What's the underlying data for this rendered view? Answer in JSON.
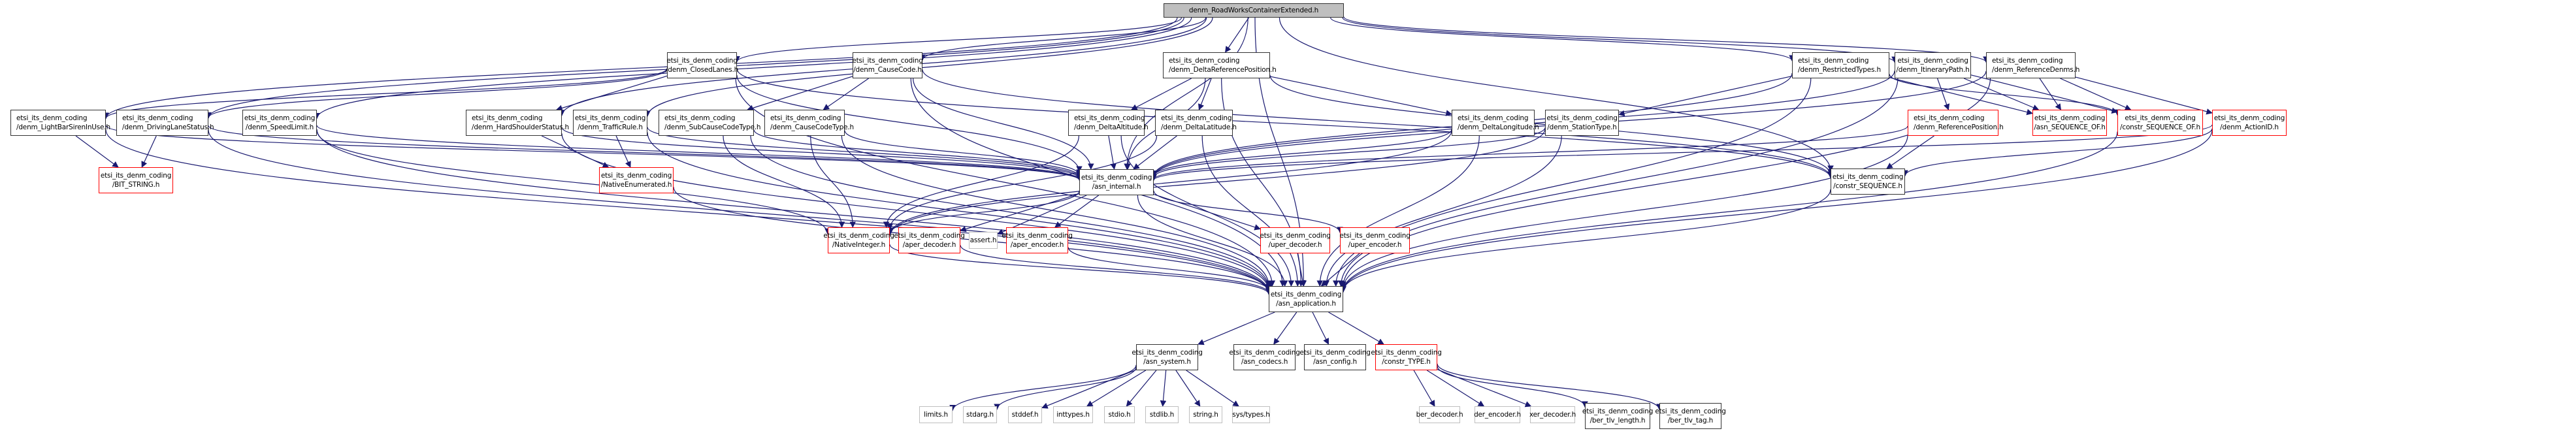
{
  "title": "denm_RoadWorksContainerExtended.h",
  "colors": {
    "edge": "#191970",
    "normal_border": "#333333",
    "incomplete_border": "#ff0000",
    "system_border": "#bfbfbf",
    "root_fill": "#bfbfbf"
  },
  "nodes": {
    "root": {
      "lines": [
        "denm_RoadWorksContainerExtended.h"
      ],
      "kind": "root"
    },
    "closedLanes": {
      "lines": [
        "etsi_its_denm_coding",
        "/denm_ClosedLanes.h"
      ],
      "kind": "normal"
    },
    "causeCode": {
      "lines": [
        "etsi_its_denm_coding",
        "/denm_CauseCode.h"
      ],
      "kind": "normal"
    },
    "deltaRefPos": {
      "lines": [
        "etsi_its_denm_coding",
        "/denm_DeltaReferencePosition.h"
      ],
      "kind": "normal"
    },
    "restrictedTypes": {
      "lines": [
        "etsi_its_denm_coding",
        "/denm_RestrictedTypes.h"
      ],
      "kind": "normal"
    },
    "itineraryPath": {
      "lines": [
        "etsi_its_denm_coding",
        "/denm_ItineraryPath.h"
      ],
      "kind": "normal"
    },
    "referenceDenms": {
      "lines": [
        "etsi_its_denm_coding",
        "/denm_ReferenceDenms.h"
      ],
      "kind": "normal"
    },
    "lightBar": {
      "lines": [
        "etsi_its_denm_coding",
        "/denm_LightBarSirenInUse.h"
      ],
      "kind": "normal"
    },
    "drivingLane": {
      "lines": [
        "etsi_its_denm_coding",
        "/denm_DrivingLaneStatus.h"
      ],
      "kind": "normal"
    },
    "speedLimit": {
      "lines": [
        "etsi_its_denm_coding",
        "/denm_SpeedLimit.h"
      ],
      "kind": "normal"
    },
    "hardShoulder": {
      "lines": [
        "etsi_its_denm_coding",
        "/denm_HardShoulderStatus.h"
      ],
      "kind": "normal"
    },
    "trafficRule": {
      "lines": [
        "etsi_its_denm_coding",
        "/denm_TrafficRule.h"
      ],
      "kind": "normal"
    },
    "subCauseCodeType": {
      "lines": [
        "etsi_its_denm_coding",
        "/denm_SubCauseCodeType.h"
      ],
      "kind": "normal"
    },
    "causeCodeType": {
      "lines": [
        "etsi_its_denm_coding",
        "/denm_CauseCodeType.h"
      ],
      "kind": "normal"
    },
    "deltaAltitude": {
      "lines": [
        "etsi_its_denm_coding",
        "/denm_DeltaAltitude.h"
      ],
      "kind": "normal"
    },
    "deltaLatitude": {
      "lines": [
        "etsi_its_denm_coding",
        "/denm_DeltaLatitude.h"
      ],
      "kind": "normal"
    },
    "deltaLongitude": {
      "lines": [
        "etsi_its_denm_coding",
        "/denm_DeltaLongitude.h"
      ],
      "kind": "normal"
    },
    "stationType": {
      "lines": [
        "etsi_its_denm_coding",
        "/denm_StationType.h"
      ],
      "kind": "normal"
    },
    "referencePosition": {
      "lines": [
        "etsi_its_denm_coding",
        "/denm_ReferencePosition.h"
      ],
      "kind": "red"
    },
    "asnSeqOf": {
      "lines": [
        "etsi_its_denm_coding",
        "/asn_SEQUENCE_OF.h"
      ],
      "kind": "red"
    },
    "constrSeqOf": {
      "lines": [
        "etsi_its_denm_coding",
        "/constr_SEQUENCE_OF.h"
      ],
      "kind": "red"
    },
    "actionID": {
      "lines": [
        "etsi_its_denm_coding",
        "/denm_ActionID.h"
      ],
      "kind": "red"
    },
    "bitString": {
      "lines": [
        "etsi_its_denm_coding",
        "/BIT_STRING.h"
      ],
      "kind": "red"
    },
    "nativeEnum": {
      "lines": [
        "etsi_its_denm_coding",
        "/NativeEnumerated.h"
      ],
      "kind": "red"
    },
    "asnInternal": {
      "lines": [
        "etsi_its_denm_coding",
        "/asn_internal.h"
      ],
      "kind": "normal"
    },
    "constrSequence": {
      "lines": [
        "etsi_its_denm_coding",
        "/constr_SEQUENCE.h"
      ],
      "kind": "normal"
    },
    "nativeInteger": {
      "lines": [
        "etsi_its_denm_coding",
        "/NativeInteger.h"
      ],
      "kind": "red"
    },
    "aperDecoder": {
      "lines": [
        "etsi_its_denm_coding",
        "/aper_decoder.h"
      ],
      "kind": "red"
    },
    "assert": {
      "lines": [
        "assert.h"
      ],
      "kind": "gray"
    },
    "aperEncoder": {
      "lines": [
        "etsi_its_denm_coding",
        "/aper_encoder.h"
      ],
      "kind": "red"
    },
    "uperDecoder": {
      "lines": [
        "etsi_its_denm_coding",
        "/uper_decoder.h"
      ],
      "kind": "red"
    },
    "uperEncoder": {
      "lines": [
        "etsi_its_denm_coding",
        "/uper_encoder.h"
      ],
      "kind": "red"
    },
    "asnApplication": {
      "lines": [
        "etsi_its_denm_coding",
        "/asn_application.h"
      ],
      "kind": "normal"
    },
    "asnSystem": {
      "lines": [
        "etsi_its_denm_coding",
        "/asn_system.h"
      ],
      "kind": "normal"
    },
    "asnCodecs": {
      "lines": [
        "etsi_its_denm_coding",
        "/asn_codecs.h"
      ],
      "kind": "normal"
    },
    "asnConfig": {
      "lines": [
        "etsi_its_denm_coding",
        "/asn_config.h"
      ],
      "kind": "normal"
    },
    "constrType": {
      "lines": [
        "etsi_its_denm_coding",
        "/constr_TYPE.h"
      ],
      "kind": "red"
    },
    "limits": {
      "lines": [
        "limits.h"
      ],
      "kind": "gray"
    },
    "stdarg": {
      "lines": [
        "stdarg.h"
      ],
      "kind": "gray"
    },
    "stddef": {
      "lines": [
        "stddef.h"
      ],
      "kind": "gray"
    },
    "inttypes": {
      "lines": [
        "inttypes.h"
      ],
      "kind": "gray"
    },
    "stdio": {
      "lines": [
        "stdio.h"
      ],
      "kind": "gray"
    },
    "stdlib": {
      "lines": [
        "stdlib.h"
      ],
      "kind": "gray"
    },
    "string": {
      "lines": [
        "string.h"
      ],
      "kind": "gray"
    },
    "systypes": {
      "lines": [
        "sys/types.h"
      ],
      "kind": "gray"
    },
    "berDecoder": {
      "lines": [
        "ber_decoder.h"
      ],
      "kind": "gray"
    },
    "derEncoder": {
      "lines": [
        "der_encoder.h"
      ],
      "kind": "gray"
    },
    "xerDecoder": {
      "lines": [
        "xer_decoder.h"
      ],
      "kind": "gray"
    },
    "berTlvLength": {
      "lines": [
        "etsi_its_denm_coding",
        "/ber_tlv_length.h"
      ],
      "kind": "normal"
    },
    "berTlvTag": {
      "lines": [
        "etsi_its_denm_coding",
        "/ber_tlv_tag.h"
      ],
      "kind": "normal"
    }
  },
  "edges": [
    [
      "root",
      "closedLanes"
    ],
    [
      "root",
      "causeCode"
    ],
    [
      "root",
      "deltaRefPos"
    ],
    [
      "root",
      "restrictedTypes"
    ],
    [
      "root",
      "itineraryPath"
    ],
    [
      "root",
      "referenceDenms"
    ],
    [
      "root",
      "lightBar"
    ],
    [
      "root",
      "drivingLane"
    ],
    [
      "root",
      "speedLimit"
    ],
    [
      "root",
      "hardShoulder"
    ],
    [
      "root",
      "trafficRule"
    ],
    [
      "root",
      "asnInternal"
    ],
    [
      "root",
      "constrSequence"
    ],
    [
      "root",
      "asnApplication"
    ],
    [
      "closedLanes",
      "lightBar"
    ],
    [
      "closedLanes",
      "drivingLane"
    ],
    [
      "closedLanes",
      "hardShoulder"
    ],
    [
      "closedLanes",
      "asnInternal"
    ],
    [
      "closedLanes",
      "asnApplication"
    ],
    [
      "closedLanes",
      "constrSequence"
    ],
    [
      "causeCode",
      "subCauseCodeType"
    ],
    [
      "causeCode",
      "causeCodeType"
    ],
    [
      "causeCode",
      "asnInternal"
    ],
    [
      "causeCode",
      "constrSequence"
    ],
    [
      "causeCode",
      "asnApplication"
    ],
    [
      "deltaRefPos",
      "deltaAltitude"
    ],
    [
      "deltaRefPos",
      "deltaLatitude"
    ],
    [
      "deltaRefPos",
      "deltaLongitude"
    ],
    [
      "deltaRefPos",
      "asnInternal"
    ],
    [
      "deltaRefPos",
      "constrSequence"
    ],
    [
      "deltaRefPos",
      "asnApplication"
    ],
    [
      "restrictedTypes",
      "stationType"
    ],
    [
      "restrictedTypes",
      "asnSeqOf"
    ],
    [
      "restrictedTypes",
      "constrSeqOf"
    ],
    [
      "restrictedTypes",
      "asnInternal"
    ],
    [
      "restrictedTypes",
      "asnApplication"
    ],
    [
      "itineraryPath",
      "referencePosition"
    ],
    [
      "itineraryPath",
      "asnSeqOf"
    ],
    [
      "itineraryPath",
      "constrSeqOf"
    ],
    [
      "itineraryPath",
      "asnInternal"
    ],
    [
      "itineraryPath",
      "asnApplication"
    ],
    [
      "referenceDenms",
      "asnSeqOf"
    ],
    [
      "referenceDenms",
      "constrSeqOf"
    ],
    [
      "referenceDenms",
      "actionID"
    ],
    [
      "referenceDenms",
      "asnInternal"
    ],
    [
      "referenceDenms",
      "asnApplication"
    ],
    [
      "lightBar",
      "bitString"
    ],
    [
      "lightBar",
      "asnInternal"
    ],
    [
      "lightBar",
      "asnApplication"
    ],
    [
      "drivingLane",
      "bitString"
    ],
    [
      "drivingLane",
      "asnInternal"
    ],
    [
      "drivingLane",
      "asnApplication"
    ],
    [
      "speedLimit",
      "asnInternal"
    ],
    [
      "speedLimit",
      "nativeInteger"
    ],
    [
      "speedLimit",
      "asnApplication"
    ],
    [
      "hardShoulder",
      "nativeEnum"
    ],
    [
      "hardShoulder",
      "asnInternal"
    ],
    [
      "hardShoulder",
      "asnApplication"
    ],
    [
      "trafficRule",
      "nativeEnum"
    ],
    [
      "trafficRule",
      "asnInternal"
    ],
    [
      "trafficRule",
      "asnApplication"
    ],
    [
      "subCauseCodeType",
      "asnInternal"
    ],
    [
      "subCauseCodeType",
      "nativeInteger"
    ],
    [
      "subCauseCodeType",
      "asnApplication"
    ],
    [
      "causeCodeType",
      "asnInternal"
    ],
    [
      "causeCodeType",
      "nativeInteger"
    ],
    [
      "causeCodeType",
      "asnApplication"
    ],
    [
      "deltaAltitude",
      "asnInternal"
    ],
    [
      "deltaAltitude",
      "nativeInteger"
    ],
    [
      "deltaAltitude",
      "asnApplication"
    ],
    [
      "deltaLatitude",
      "asnInternal"
    ],
    [
      "deltaLatitude",
      "nativeInteger"
    ],
    [
      "deltaLatitude",
      "asnApplication"
    ],
    [
      "deltaLongitude",
      "asnInternal"
    ],
    [
      "deltaLongitude",
      "nativeInteger"
    ],
    [
      "deltaLongitude",
      "asnApplication"
    ],
    [
      "stationType",
      "asnInternal"
    ],
    [
      "stationType",
      "nativeInteger"
    ],
    [
      "stationType",
      "asnApplication"
    ],
    [
      "referencePosition",
      "asnInternal"
    ],
    [
      "referencePosition",
      "constrSequence"
    ],
    [
      "referencePosition",
      "asnApplication"
    ],
    [
      "actionID",
      "asnInternal"
    ],
    [
      "actionID",
      "constrSequence"
    ],
    [
      "actionID",
      "asnApplication"
    ],
    [
      "constrSeqOf",
      "asnApplication"
    ],
    [
      "nativeEnum",
      "asnApplication"
    ],
    [
      "asnInternal",
      "nativeInteger"
    ],
    [
      "asnInternal",
      "aperDecoder"
    ],
    [
      "asnInternal",
      "assert"
    ],
    [
      "asnInternal",
      "aperEncoder"
    ],
    [
      "asnInternal",
      "uperDecoder"
    ],
    [
      "asnInternal",
      "uperEncoder"
    ],
    [
      "asnInternal",
      "asnApplication"
    ],
    [
      "constrSequence",
      "asnApplication"
    ],
    [
      "nativeInteger",
      "asnApplication"
    ],
    [
      "aperDecoder",
      "asnApplication"
    ],
    [
      "aperEncoder",
      "asnApplication"
    ],
    [
      "uperDecoder",
      "asnApplication"
    ],
    [
      "uperEncoder",
      "asnApplication"
    ],
    [
      "asnApplication",
      "asnSystem"
    ],
    [
      "asnApplication",
      "asnCodecs"
    ],
    [
      "asnApplication",
      "asnConfig"
    ],
    [
      "asnApplication",
      "constrType"
    ],
    [
      "asnSystem",
      "limits"
    ],
    [
      "asnSystem",
      "stdarg"
    ],
    [
      "asnSystem",
      "stddef"
    ],
    [
      "asnSystem",
      "inttypes"
    ],
    [
      "asnSystem",
      "stdio"
    ],
    [
      "asnSystem",
      "stdlib"
    ],
    [
      "asnSystem",
      "string"
    ],
    [
      "asnSystem",
      "systypes"
    ],
    [
      "constrType",
      "berDecoder"
    ],
    [
      "constrType",
      "derEncoder"
    ],
    [
      "constrType",
      "xerDecoder"
    ],
    [
      "constrType",
      "berTlvLength"
    ],
    [
      "constrType",
      "berTlvTag"
    ]
  ]
}
